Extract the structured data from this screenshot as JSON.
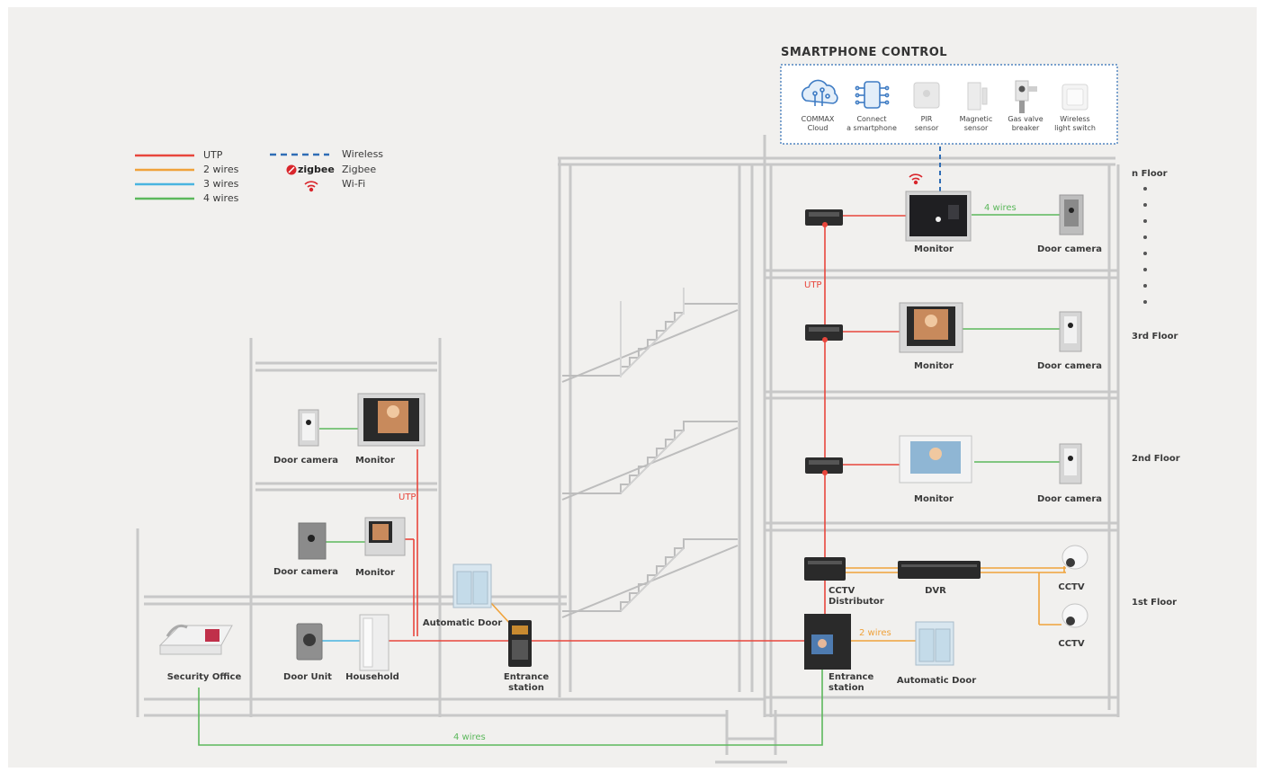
{
  "legend": {
    "utp": "UTP",
    "wires2": "2 wires",
    "wires3": "3 wires",
    "wires4": "4 wires",
    "wireless": "Wireless",
    "zigbee_logo": "zigbee",
    "zigbee": "Zigbee",
    "wifi": "Wi-Fi"
  },
  "smartphone": {
    "title": "SMARTPHONE CONTROL",
    "items": [
      {
        "line1": "COMMAX",
        "line2": "Cloud",
        "icon": "cloud-icon"
      },
      {
        "line1": "Connect",
        "line2": "a smartphone",
        "icon": "smartphone-icon"
      },
      {
        "line1": "PIR",
        "line2": "sensor",
        "icon": "pir-sensor-icon"
      },
      {
        "line1": "Magnetic",
        "line2": "sensor",
        "icon": "magnetic-sensor-icon"
      },
      {
        "line1": "Gas valve",
        "line2": "breaker",
        "icon": "gas-valve-icon"
      },
      {
        "line1": "Wireless",
        "line2": "light switch",
        "icon": "light-switch-icon"
      }
    ]
  },
  "floors": {
    "n": "n Floor",
    "third": "3rd Floor",
    "second": "2nd Floor",
    "first": "1st Floor"
  },
  "left_building": {
    "door_camera_top": "Door camera",
    "monitor_top": "Monitor",
    "door_camera_mid": "Door camera",
    "monitor_mid": "Monitor",
    "utp": "UTP",
    "door_unit": "Door Unit",
    "household": "Household",
    "security_office": "Security Office",
    "automatic_door": "Automatic Door",
    "entrance_station_1": "Entrance",
    "entrance_station_2": "station"
  },
  "right_building": {
    "monitor_n": "Monitor",
    "door_camera_n": "Door camera",
    "wires4": "4 wires",
    "utp": "UTP",
    "monitor_3": "Monitor",
    "door_camera_3": "Door camera",
    "monitor_2": "Monitor",
    "door_camera_2": "Door camera",
    "cctv_distributor_1": "CCTV",
    "cctv_distributor_2": "Distributor",
    "dvr": "DVR",
    "cctv_1": "CCTV",
    "cctv_2": "CCTV",
    "wires2": "2 wires",
    "entrance_station_1": "Entrance",
    "entrance_station_2": "station",
    "automatic_door": "Automatic Door"
  },
  "bottom_wire": "4 wires",
  "colors": {
    "utp": "#e8463c",
    "wires2": "#f0a23a",
    "wires3": "#49b4e0",
    "wires4": "#5cb85c",
    "wireless": "#2f6db5",
    "zigbee": "#d9262c",
    "background": "#f1f0ee",
    "structure": "#c9c9c9"
  }
}
